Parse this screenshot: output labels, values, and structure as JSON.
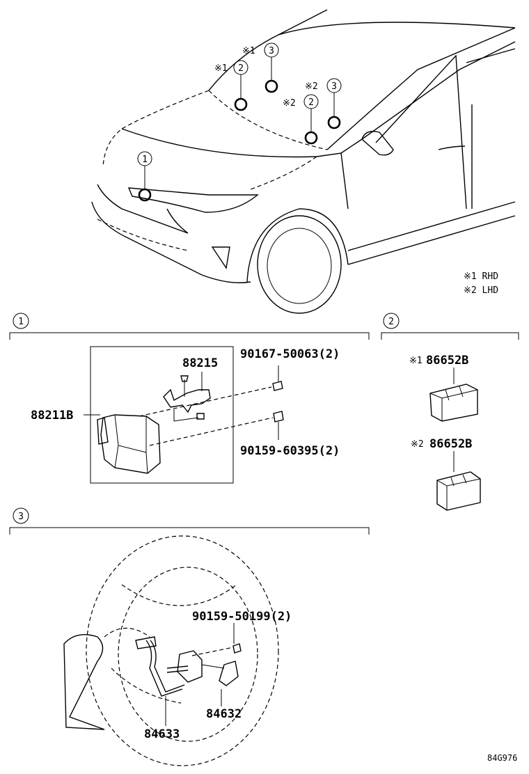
{
  "callouts": {
    "c1": "1",
    "c2": "2",
    "c3": "3"
  },
  "notes": {
    "mark1": "※1",
    "mark2": "※2",
    "rhd": "※1 RHD",
    "lhd": "※2 LHD"
  },
  "section1": {
    "number": "1",
    "parts": {
      "p88215": "88215",
      "p88211b": "88211B",
      "p90167": "90167-50063(2)",
      "p90159a": "90159-60395(2)"
    }
  },
  "section2": {
    "number": "2",
    "parts": {
      "rhd_mark": "※1",
      "rhd_part": "86652B",
      "lhd_mark": "※2",
      "lhd_part": "86652B"
    }
  },
  "section3": {
    "number": "3",
    "parts": {
      "p90159b": "90159-50199(2)",
      "p84632": "84632",
      "p84633": "84633"
    }
  },
  "figure_code": "84G976"
}
